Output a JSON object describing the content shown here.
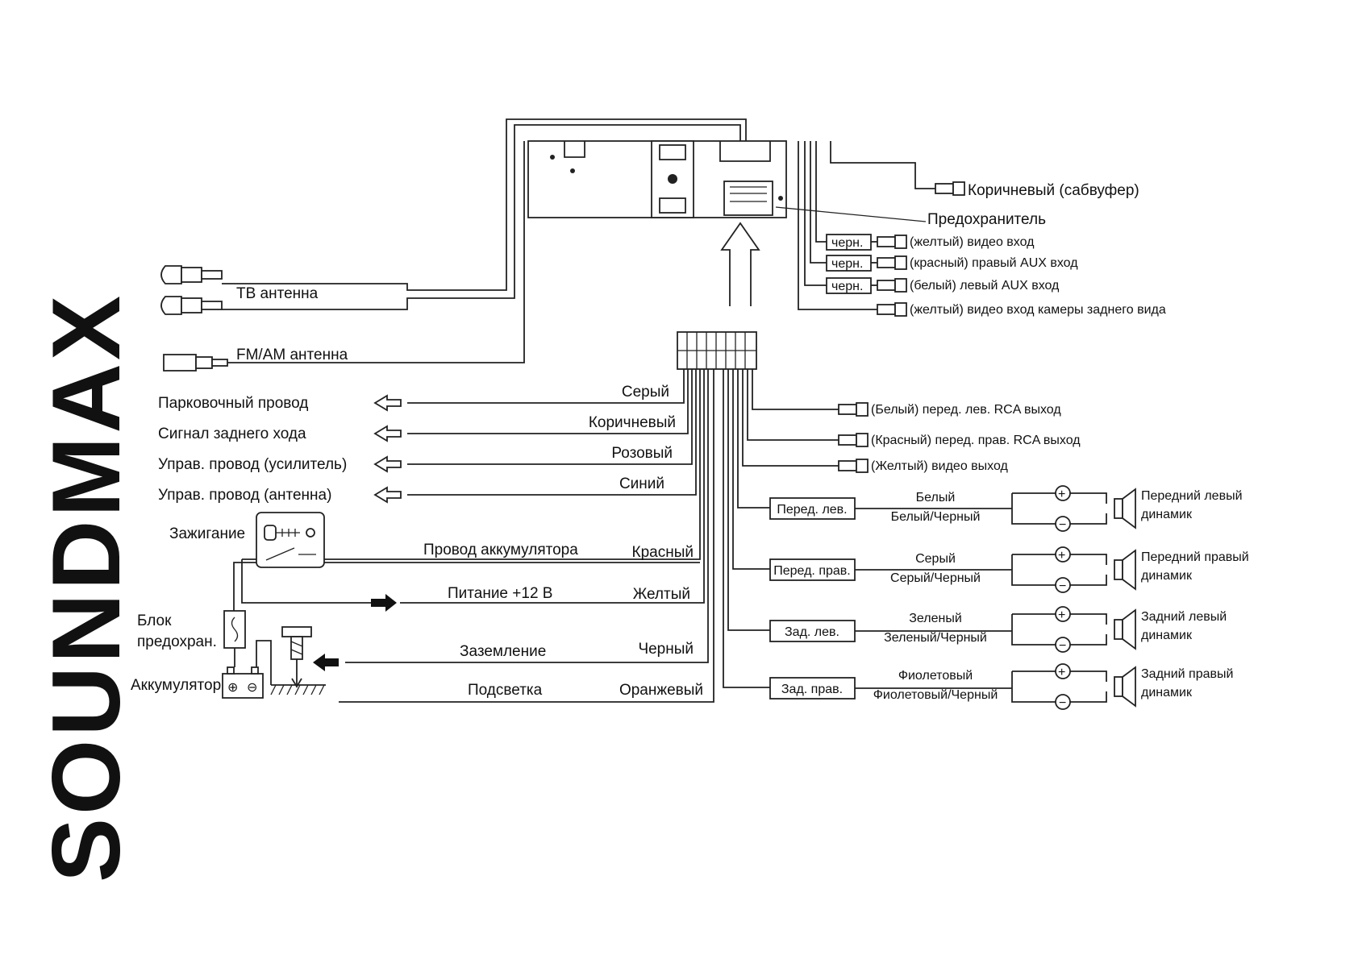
{
  "brand": "SOUNDMAX",
  "antennas": {
    "tv": "ТВ антенна",
    "fmam": "FM/AM антенна"
  },
  "top_right": {
    "subwoofer": "Коричневый (сабвуфер)",
    "fuse": "Предохранитель",
    "black_tag": "черн.",
    "inputs": [
      "(желтый) видео вход",
      "(красный) правый AUX вход",
      "(белый) левый AUX вход",
      "(желтый) видео вход камеры заднего вида"
    ]
  },
  "control_wires": [
    {
      "function": "Парковочный провод",
      "color": "Серый"
    },
    {
      "function": "Сигнал заднего хода",
      "color": "Коричневый"
    },
    {
      "function": "Управ. провод (усилитель)",
      "color": "Розовый"
    },
    {
      "function": "Управ. провод (антенна)",
      "color": "Синий"
    }
  ],
  "power": {
    "ignition": "Зажигание",
    "battery_wire": "Провод аккумулятора",
    "battery_wire_color": "Красный",
    "power12": "Питание +12 В",
    "power12_color": "Желтый",
    "fuse_block_1": "Блок",
    "fuse_block_2": "предохран.",
    "ground": "Заземление",
    "ground_color": "Черный",
    "battery": "Аккумулятор",
    "backlight": "Подсветка",
    "backlight_color": "Оранжевый"
  },
  "rca_outputs": [
    "(Белый) перед. лев. RCA выход",
    "(Красный) перед. прав. RCA выход",
    "(Желтый) видео выход"
  ],
  "speakers": [
    {
      "box": "Перед. лев.",
      "pos": "Белый",
      "neg": "Белый/Черный",
      "name1": "Передний левый",
      "name2": "динамик"
    },
    {
      "box": "Перед. прав.",
      "pos": "Серый",
      "neg": "Серый/Черный",
      "name1": "Передний правый",
      "name2": "динамик"
    },
    {
      "box": "Зад. лев.",
      "pos": "Зеленый",
      "neg": "Зеленый/Черный",
      "name1": "Задний левый",
      "name2": "динамик"
    },
    {
      "box": "Зад. прав.",
      "pos": "Фиолетовый",
      "neg": "Фиолетовый/Черный",
      "name1": "Задний правый",
      "name2": "динамик"
    }
  ]
}
